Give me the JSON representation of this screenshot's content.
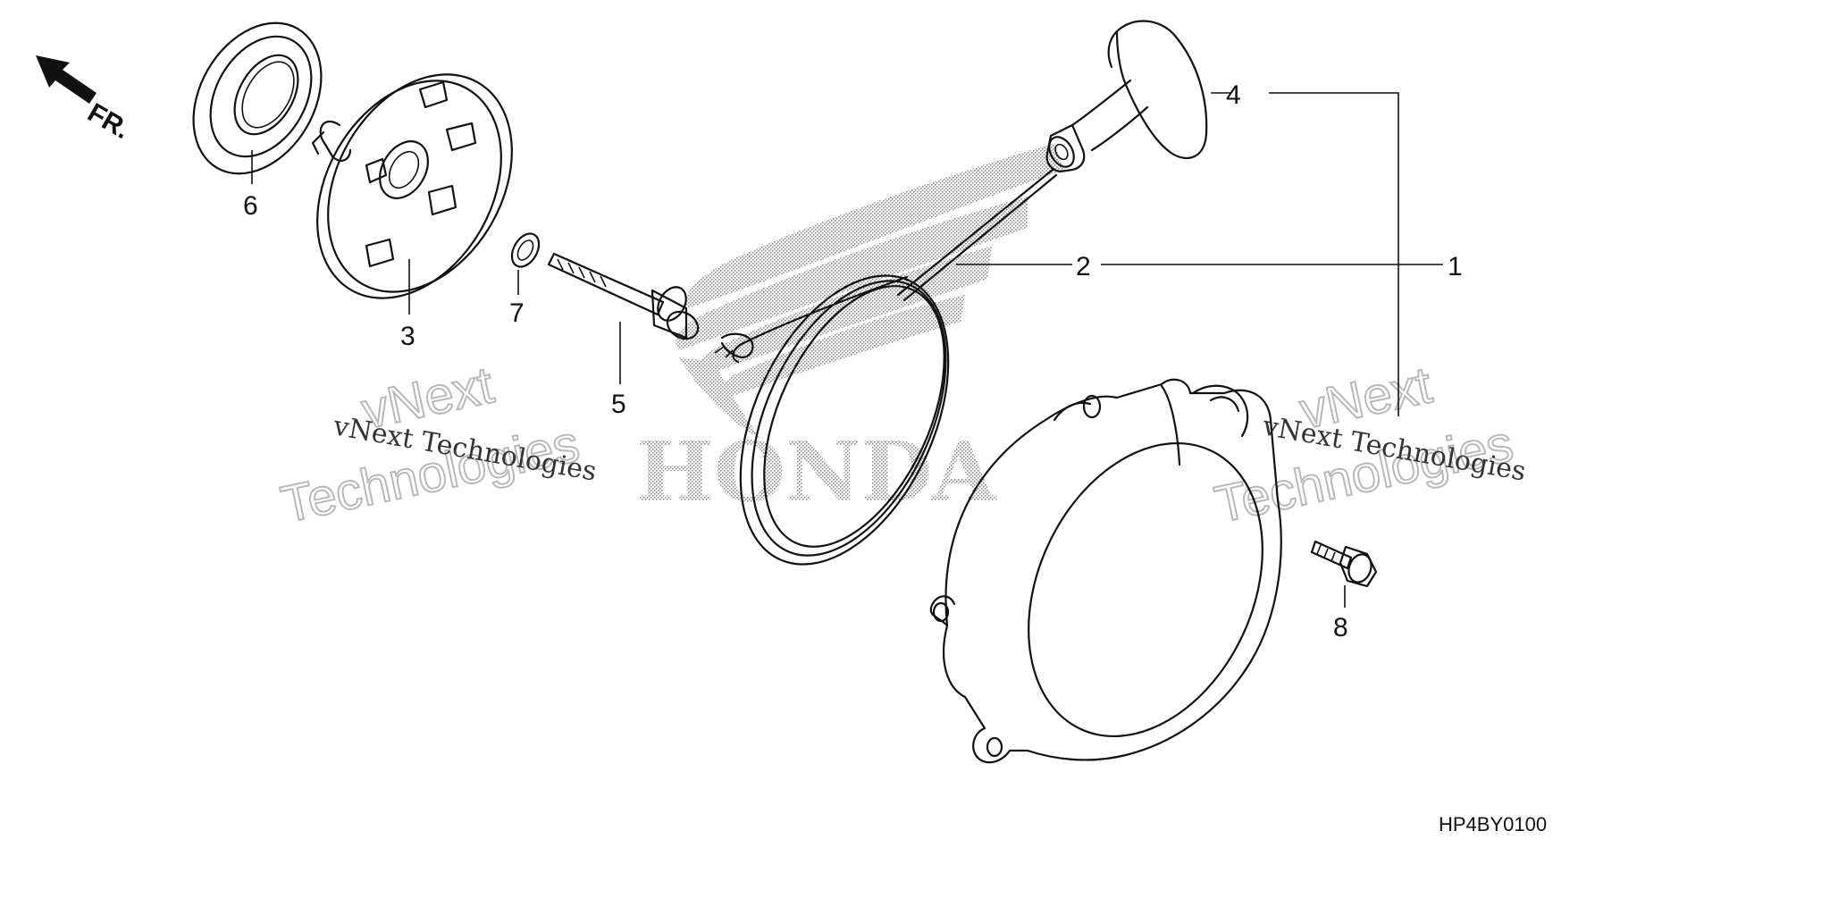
{
  "diagram": {
    "direction_label": "FR.",
    "diagram_code": "HP4BY0100",
    "callouts": [
      {
        "id": "1",
        "label": "1"
      },
      {
        "id": "2",
        "label": "2"
      },
      {
        "id": "3",
        "label": "3"
      },
      {
        "id": "4",
        "label": "4"
      },
      {
        "id": "5",
        "label": "5"
      },
      {
        "id": "6",
        "label": "6"
      },
      {
        "id": "7",
        "label": "7"
      },
      {
        "id": "8",
        "label": "8"
      }
    ],
    "watermark": {
      "small_text": "vNext Technologies",
      "big_line_1": "vNext",
      "big_line_2": "Technologies",
      "logo_text": "HONDA"
    }
  },
  "colors": {
    "line": "#111111",
    "background": "#ffffff",
    "watermark": "#b9b9b9"
  },
  "icons": [
    "front-direction-arrow-icon"
  ]
}
